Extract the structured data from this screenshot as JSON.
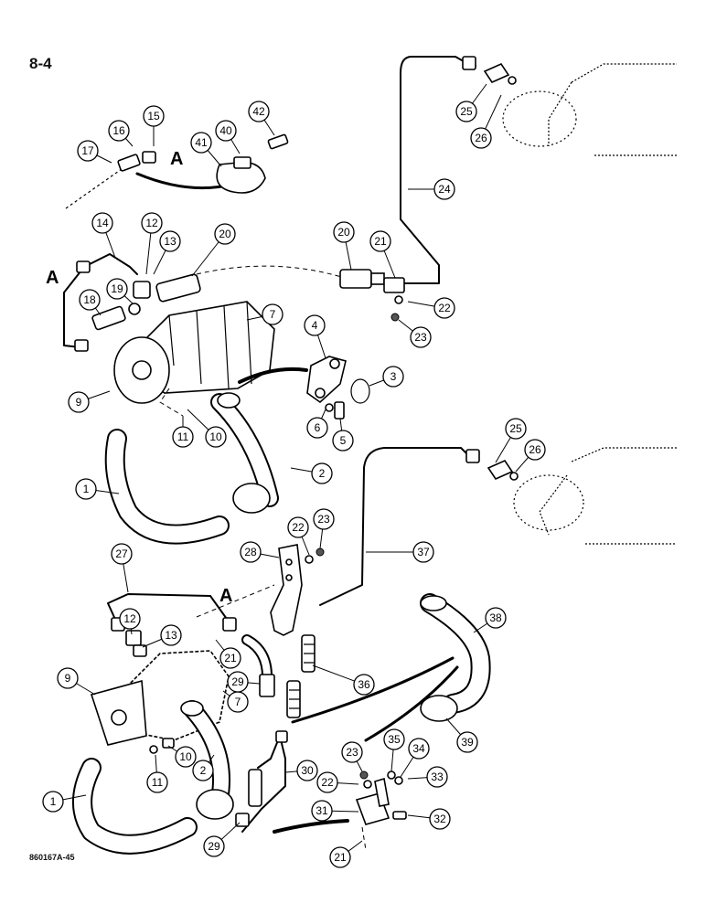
{
  "page_number": "8-4",
  "footer_code": "860167A-45",
  "reference_letter": "A",
  "callouts": {
    "c1": "1",
    "c2": "2",
    "c3": "3",
    "c4": "4",
    "c5": "5",
    "c6": "6",
    "c7": "7",
    "c9": "9",
    "c10": "10",
    "c11": "11",
    "c12": "12",
    "c13": "13",
    "c14": "14",
    "c15": "15",
    "c16": "16",
    "c17": "17",
    "c18": "18",
    "c19": "19",
    "c20": "20",
    "c21": "21",
    "c22": "22",
    "c23": "23",
    "c24": "24",
    "c25": "25",
    "c26": "26",
    "c27": "27",
    "c28": "28",
    "c29": "29",
    "c30": "30",
    "c31": "31",
    "c32": "32",
    "c33": "33",
    "c34": "34",
    "c35": "35",
    "c36": "36",
    "c37": "37",
    "c38": "38",
    "c39": "39",
    "c40": "40",
    "c41": "41",
    "c42": "42"
  }
}
